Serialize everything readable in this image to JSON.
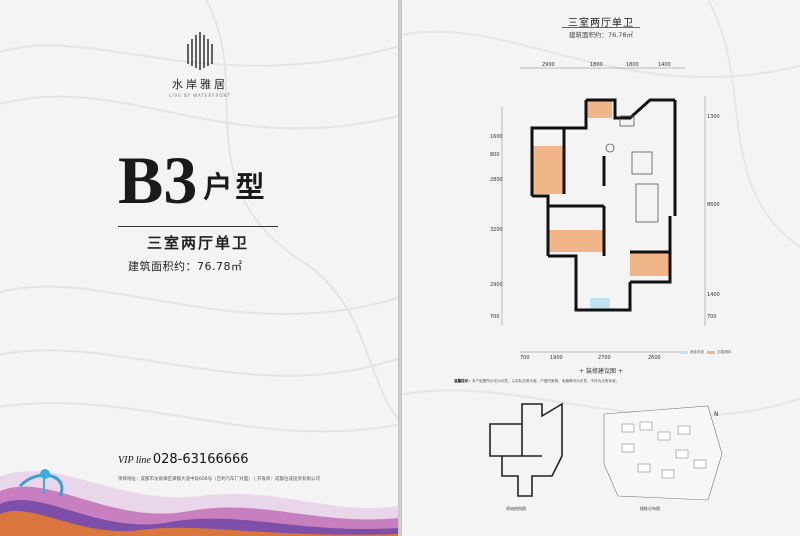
{
  "left_page": {
    "logo": {
      "name": "水岸雅居",
      "sub": "LIVE BY WATERFRONT"
    },
    "title": {
      "code": "B3",
      "suffix": "户型"
    },
    "subtitle": "三室两厅单卫",
    "area": "建筑面积约：76.78㎡",
    "vip": {
      "label": "VIP line",
      "phone": "028-63166666"
    },
    "address": "项目地址：成都市龙泉驿区驿都大道中段606号（吉利汽车厂对面） | 开发商：成都岳成投资有限公司"
  },
  "right_page": {
    "title": "三室两厅单卫",
    "area": "建筑面积约：76.78㎡",
    "dims_top": [
      "2900",
      "1800",
      "1800",
      "1400"
    ],
    "dims_bottom": [
      "700",
      "1900",
      "2700",
      "2600"
    ],
    "dims_left": [
      "1600",
      "800",
      "2800",
      "3200",
      "2900",
      "700"
    ],
    "dims_right": [
      "1300",
      "8600",
      "1400",
      "700"
    ],
    "legend": [
      "墙体改造",
      "加建墙体"
    ],
    "renovation_label": "+ 装修建议图 +",
    "note_label": "温馨提示：",
    "note_text": "本户型图所示仅为示意，以实际交房为准。户型内家具、电器等均为示意，不作为交房标准。",
    "caption_plan": "原始结构图",
    "caption_site": "楼栋分布图",
    "compass": "N"
  },
  "colors": {
    "wall": "#111111",
    "orange_room": "#f1b587",
    "blue_room": "#bfe3ee",
    "background": "#f4f4f4"
  }
}
